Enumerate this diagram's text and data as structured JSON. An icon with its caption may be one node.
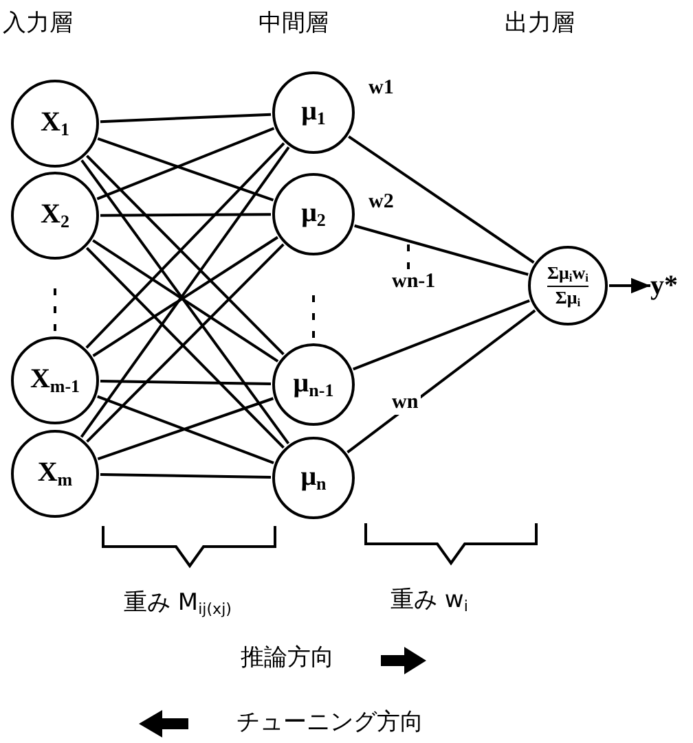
{
  "diagram": {
    "nodes": [
      {
        "text": [
          "X$_{1}$"
        ]
      },
      {
        "text": [
          "X$_{2}$"
        ]
      },
      {
        "text": [
          "X$_{m-1}$"
        ]
      },
      {
        "text": [
          "X$_{m}$"
        ]
      },
      {
        "text": [
          "μ$_{1}$"
        ]
      },
      {
        "text": [
          "μ$_{2}$"
        ]
      },
      {
        "text": [
          "μ$_{n-1}$"
        ]
      },
      {
        "text": [
          "μ$_{n}$"
        ]
      },
      {
        "text": [
          "Σμ$_{i}$w$_{i}$",
          "Σμ$_{i}$"
        ]
      },
      {
        "text": [
          "y*"
        ]
      }
    ],
    "edges": [
      {
        "from": 0,
        "to": 4,
        "arrow": "none"
      },
      {
        "from": 0,
        "to": 5,
        "arrow": "none"
      },
      {
        "from": 0,
        "to": 6,
        "arrow": "none"
      },
      {
        "from": 0,
        "to": 7,
        "arrow": "none"
      },
      {
        "from": 1,
        "to": 4,
        "arrow": "none"
      },
      {
        "from": 1,
        "to": 5,
        "arrow": "none"
      },
      {
        "from": 1,
        "to": 6,
        "arrow": "none"
      },
      {
        "from": 1,
        "to": 7,
        "arrow": "none"
      },
      {
        "from": 2,
        "to": 4,
        "arrow": "none"
      },
      {
        "from": 2,
        "to": 5,
        "arrow": "none"
      },
      {
        "from": 2,
        "to": 6,
        "arrow": "none"
      },
      {
        "from": 2,
        "to": 7,
        "arrow": "none"
      },
      {
        "from": 3,
        "to": 4,
        "arrow": "none"
      },
      {
        "from": 3,
        "to": 5,
        "arrow": "none"
      },
      {
        "from": 3,
        "to": 6,
        "arrow": "none"
      },
      {
        "from": 3,
        "to": 7,
        "arrow": "none"
      },
      {
        "from": 4,
        "to": 8,
        "label": "w1",
        "arrow": "none"
      },
      {
        "from": 5,
        "to": 8,
        "label": "w2",
        "arrow": "none"
      },
      {
        "from": 6,
        "to": 8,
        "label": "wn-1",
        "arrow": "none"
      },
      {
        "from": 7,
        "to": 8,
        "label": "wn",
        "arrow": "none"
      },
      {
        "from": 8,
        "to": 9,
        "arrow": "to"
      }
    ],
    "labels": [
      "入力層",
      "中間層",
      "出力層",
      "重み M$_{ij(xj)}$",
      "重み w$_{i}$",
      "推論方向",
      "チューニング方向"
    ]
  }
}
